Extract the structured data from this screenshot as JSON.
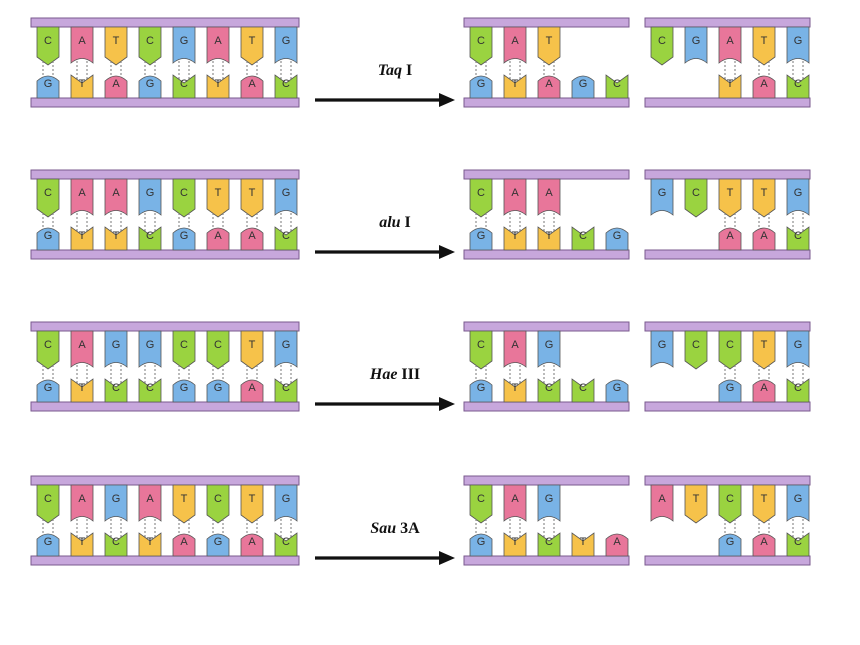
{
  "colors": {
    "A": "#e8769a",
    "T": "#f6c24a",
    "C": "#9ad340",
    "G": "#79b3e6",
    "backbone": "#c7a7dc",
    "backbone_stroke": "#7a5a8e",
    "arrow": "#111111"
  },
  "rows": [
    {
      "enzyme": {
        "name": "Taq",
        "suffix": " I"
      },
      "original": {
        "top": [
          "C",
          "A",
          "T",
          "C",
          "G",
          "A",
          "T",
          "G"
        ],
        "bottom": [
          "G",
          "T",
          "A",
          "G",
          "C",
          "T",
          "A",
          "C"
        ]
      },
      "left_fragment": {
        "top": [
          "C",
          "A",
          "T"
        ],
        "bottom": [
          "G",
          "T",
          "A",
          "G",
          "C"
        ]
      },
      "right_fragment": {
        "top": [
          "C",
          "G",
          "A",
          "T",
          "G"
        ],
        "bottom": [
          "T",
          "A",
          "C"
        ]
      }
    },
    {
      "enzyme": {
        "name": "alu",
        "suffix": " I"
      },
      "original": {
        "top": [
          "C",
          "A",
          "A",
          "G",
          "C",
          "T",
          "T",
          "G"
        ],
        "bottom": [
          "G",
          "T",
          "T",
          "C",
          "G",
          "A",
          "A",
          "C"
        ]
      },
      "left_fragment": {
        "top": [
          "C",
          "A",
          "A"
        ],
        "bottom": [
          "G",
          "T",
          "T",
          "C",
          "G"
        ]
      },
      "right_fragment": {
        "top": [
          "G",
          "C",
          "T",
          "T",
          "G"
        ],
        "bottom": [
          "A",
          "A",
          "C"
        ]
      }
    },
    {
      "enzyme": {
        "name": "Hae",
        "suffix": " III"
      },
      "original": {
        "top": [
          "C",
          "A",
          "G",
          "G",
          "C",
          "C",
          "T",
          "G"
        ],
        "bottom": [
          "G",
          "T",
          "C",
          "C",
          "G",
          "G",
          "A",
          "C"
        ]
      },
      "left_fragment": {
        "top": [
          "C",
          "A",
          "G"
        ],
        "bottom": [
          "G",
          "T",
          "C",
          "C",
          "G"
        ]
      },
      "right_fragment": {
        "top": [
          "G",
          "C",
          "C",
          "T",
          "G"
        ],
        "bottom": [
          "G",
          "A",
          "C"
        ]
      }
    },
    {
      "enzyme": {
        "name": "Sau",
        "suffix": " 3A"
      },
      "original": {
        "top": [
          "C",
          "A",
          "G",
          "A",
          "T",
          "C",
          "T",
          "G"
        ],
        "bottom": [
          "G",
          "T",
          "C",
          "T",
          "A",
          "G",
          "A",
          "C"
        ]
      },
      "left_fragment": {
        "top": [
          "C",
          "A",
          "G"
        ],
        "bottom": [
          "G",
          "T",
          "C",
          "T",
          "A"
        ]
      },
      "right_fragment": {
        "top": [
          "A",
          "T",
          "C",
          "T",
          "G"
        ],
        "bottom": [
          "G",
          "A",
          "C"
        ]
      }
    }
  ]
}
